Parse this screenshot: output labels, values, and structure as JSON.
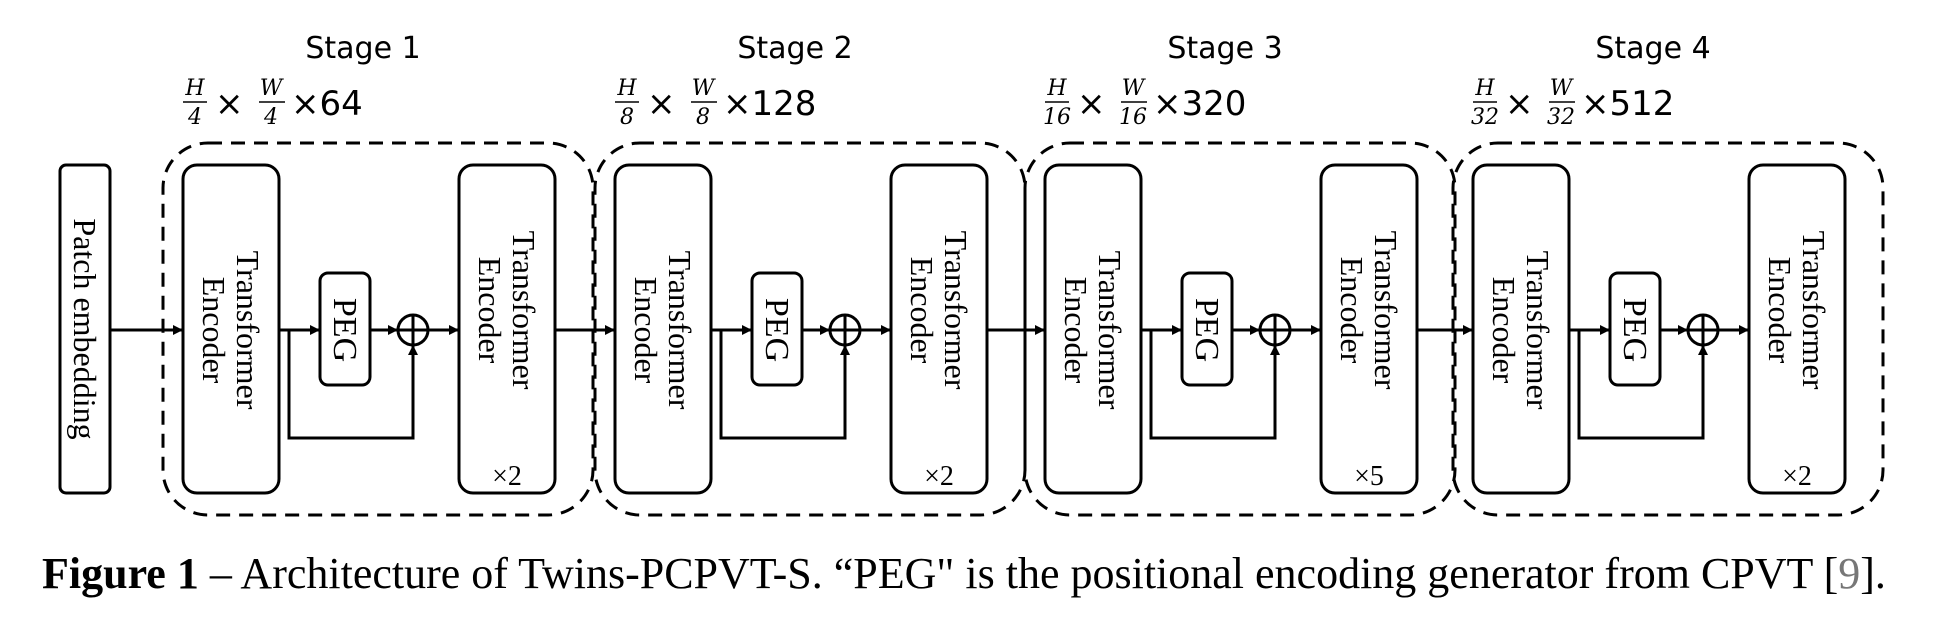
{
  "patch_embedding": {
    "label": "Patch embedding"
  },
  "stages": [
    {
      "title": "Stage 1",
      "dims": {
        "h_den": "4",
        "w_den": "4",
        "channels": "×64"
      },
      "encoder_line1": "Transformer",
      "encoder_line2": "Encoder",
      "peg": "PEG",
      "repeat": "×2"
    },
    {
      "title": "Stage 2",
      "dims": {
        "h_den": "8",
        "w_den": "8",
        "channels": "×128"
      },
      "encoder_line1": "Transformer",
      "encoder_line2": "Encoder",
      "peg": "PEG",
      "repeat": "×2"
    },
    {
      "title": "Stage 3",
      "dims": {
        "h_den": "16",
        "w_den": "16",
        "channels": "×320"
      },
      "encoder_line1": "Transformer",
      "encoder_line2": "Encoder",
      "peg": "PEG",
      "repeat": "×5"
    },
    {
      "title": "Stage 4",
      "dims": {
        "h_den": "32",
        "w_den": "32",
        "channels": "×512"
      },
      "encoder_line1": "Transformer",
      "encoder_line2": "Encoder",
      "peg": "PEG",
      "repeat": "×2"
    }
  ],
  "dims_symbols": {
    "h": "H",
    "w": "W",
    "times": "×"
  },
  "sum_symbol": "⊕",
  "caption": {
    "label": "Figure 1",
    "dash": " – ",
    "text": "Architecture of Twins-PCPVT-S. “PEG\" is the positional encoding generator from CPVT [",
    "ref": "9",
    "end": "]."
  }
}
